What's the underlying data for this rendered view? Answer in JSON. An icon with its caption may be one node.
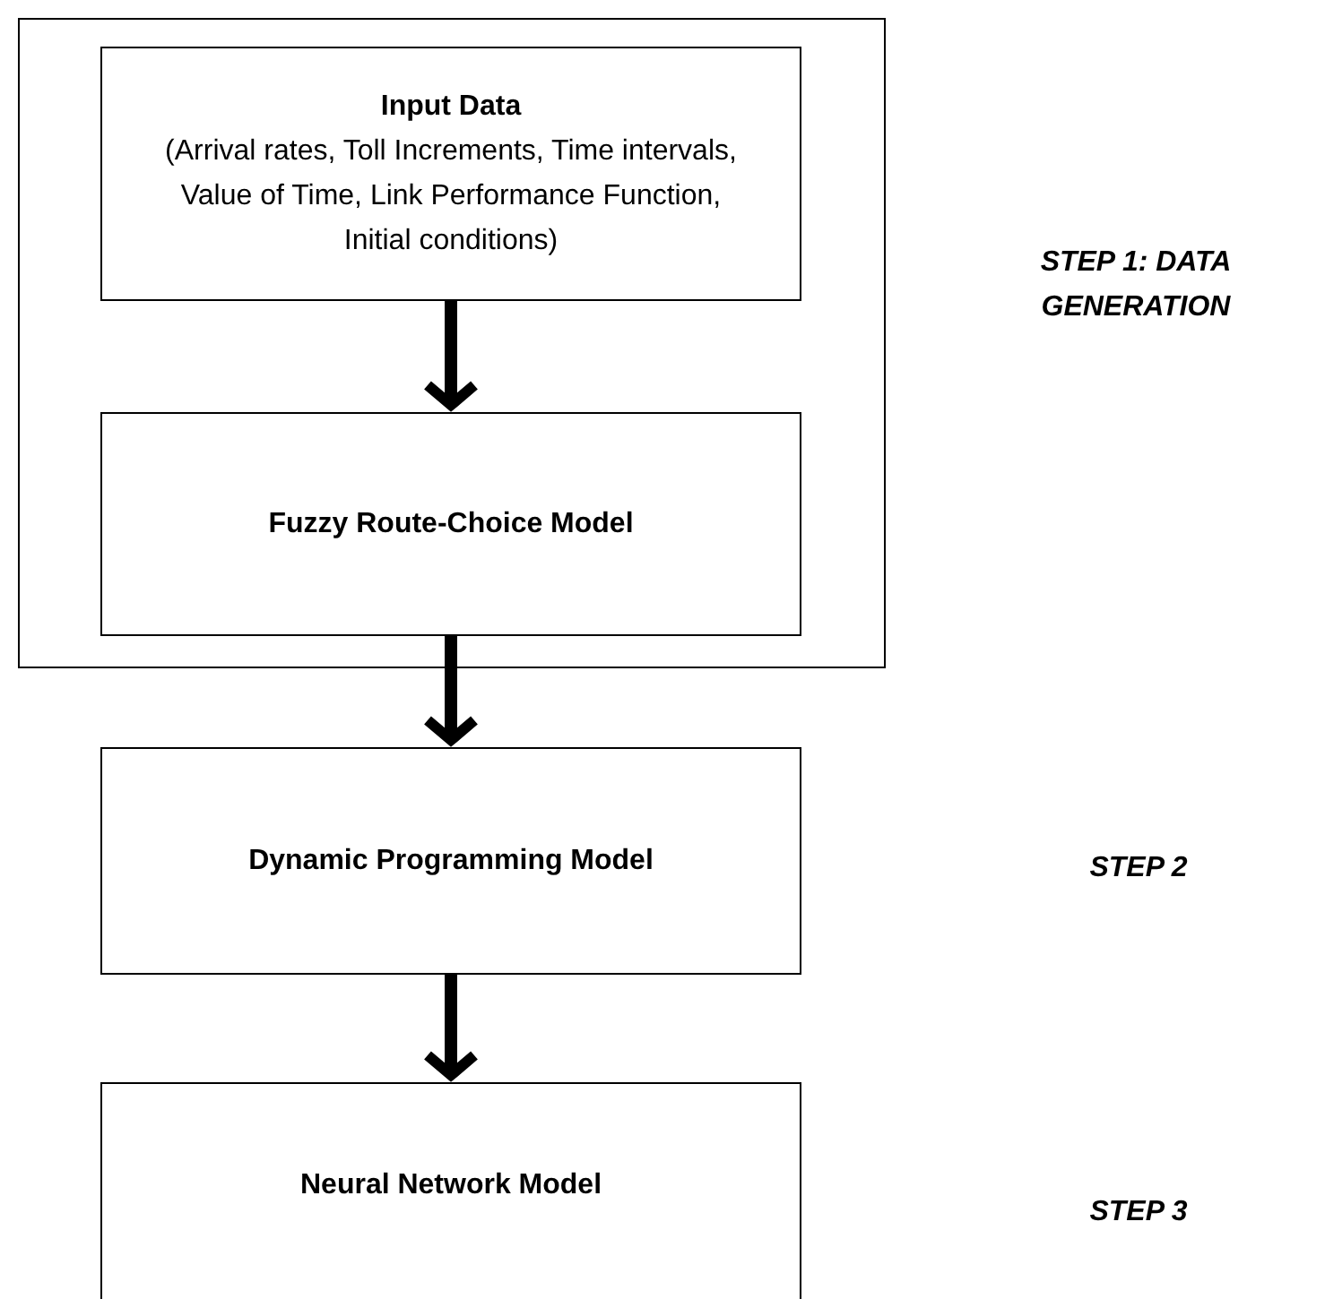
{
  "diagram": {
    "nodes": [
      {
        "text": [],
        "shape": "box"
      },
      {
        "text": [
          "Input Data",
          "(Arrival rates, Toll Increments, Time intervals, Value of Time, Link Performance Function, Initial conditions)"
        ],
        "in": 0
      },
      {
        "text": [
          "Fuzzy Route-Choice Model"
        ],
        "in": 0
      },
      {
        "text": [
          "Dynamic Programming Model"
        ]
      },
      {
        "text": [
          "Neural Network Model"
        ]
      }
    ],
    "edges": [
      {
        "from": 1,
        "to": 2,
        "arrow": "to"
      },
      {
        "from": 2,
        "to": 3,
        "arrow": "to"
      },
      {
        "from": 3,
        "to": 4,
        "arrow": "to"
      }
    ],
    "labels": [
      "STEP 1: DATA GENERATION",
      "STEP 2",
      "STEP 3"
    ]
  }
}
